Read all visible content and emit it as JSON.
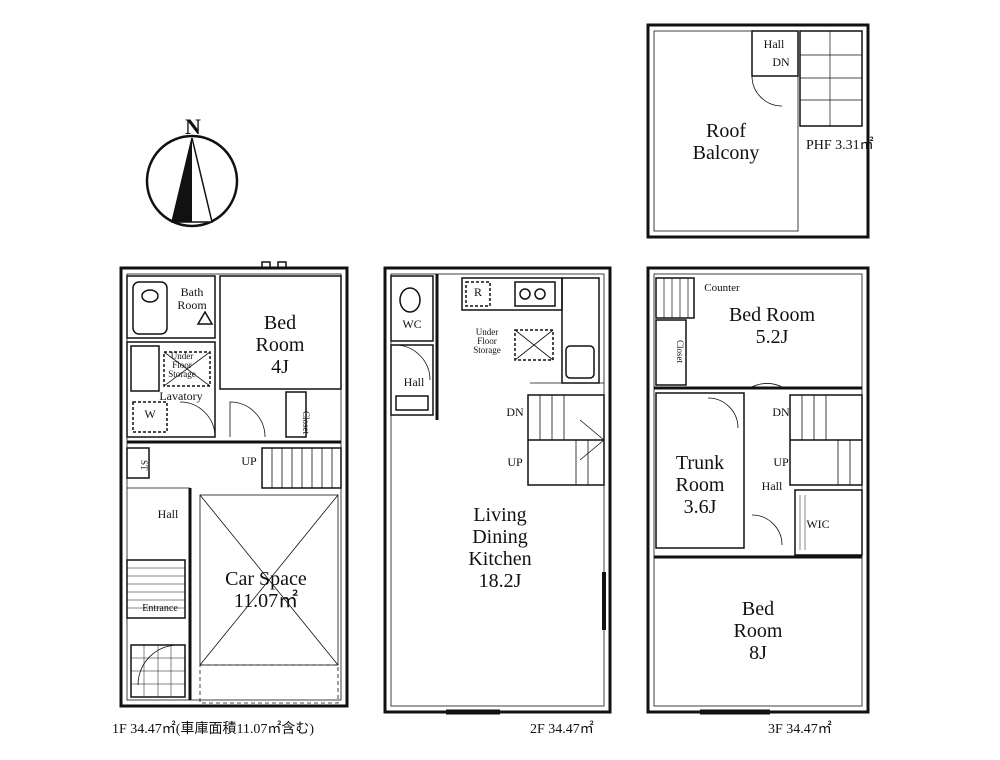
{
  "compass": {
    "north": "N"
  },
  "floor1": {
    "caption": "1F 34.47㎡(車庫面積11.07㎡含む)",
    "bath_room": [
      "Bath",
      "Room"
    ],
    "under_floor_storage": [
      "Under",
      "Floor",
      "Storage"
    ],
    "lavatory": "Lavatory",
    "washer": "W",
    "bed_room": [
      "Bed",
      "Room",
      "4J"
    ],
    "closet": "Closet",
    "storage": "ST",
    "up": "UP",
    "hall": "Hall",
    "car_space": [
      "Car Space",
      "11.07㎡"
    ],
    "entrance": "Entrance"
  },
  "floor2": {
    "caption": "2F 34.47㎡",
    "wc": "WC",
    "refrigerator": "R",
    "under_floor_storage": [
      "Under",
      "Floor",
      "Storage"
    ],
    "hall": "Hall",
    "dn": "DN",
    "up": "UP",
    "ldk": [
      "Living",
      "Dining",
      "Kitchen",
      "18.2J"
    ]
  },
  "floor3": {
    "caption": "3F 34.47㎡",
    "counter": "Counter",
    "bed_room_1": [
      "Bed Room",
      "5.2J"
    ],
    "closet": "Closet",
    "dn": "DN",
    "up": "UP",
    "trunk_room": [
      "Trunk",
      "Room",
      "3.6J"
    ],
    "hall": "Hall",
    "wic": "WIC",
    "bed_room_2": [
      "Bed",
      "Room",
      "8J"
    ]
  },
  "penthouse": {
    "caption": "PHF 3.31㎡",
    "hall": "Hall",
    "dn": "DN",
    "roof_balcony": [
      "Roof",
      "Balcony"
    ]
  }
}
